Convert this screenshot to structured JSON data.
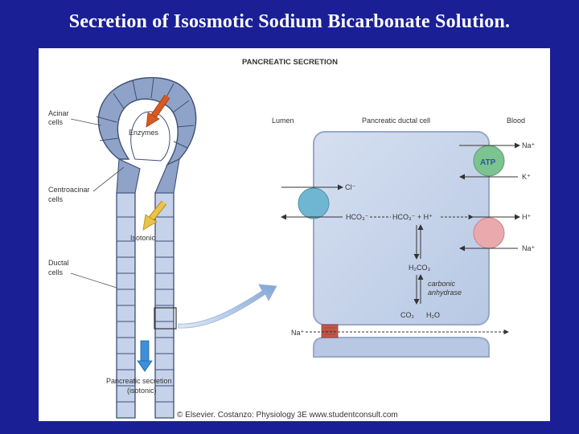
{
  "slide": {
    "title": "Secretion of Isosmotic Sodium Bicarbonate Solution.",
    "background_color": "#1a1f96"
  },
  "figure": {
    "heading": "PANCREATIC SECRETION",
    "left": {
      "acinar_label_1": "Acinar",
      "acinar_label_2": "cells",
      "enzymes_label": "Enzymes",
      "centroacinar_label_1": "Centroacinar",
      "centroacinar_label_2": "cells",
      "isotonic_label": "Isotonic",
      "ductal_label_1": "Ductal",
      "ductal_label_2": "cells",
      "secretion_label_1": "Pancreatic secretion",
      "secretion_label_2": "(isotonic)"
    },
    "right": {
      "lumen_label": "Lumen",
      "cell_label": "Pancreatic ductal cell",
      "blood_label": "Blood",
      "atp_label": "ATP",
      "na_pump": "Na⁺",
      "k_pump": "K⁺",
      "cl_label": "Cl⁻",
      "hco3_out": "HCO₃⁻",
      "reaction_line": "HCO₃⁻ + H⁺",
      "h_exchange": "H⁺",
      "na_exchange": "Na⁺",
      "h2co3": "H₂CO₃",
      "enzyme_1": "carbonic",
      "enzyme_2": "anhydrase",
      "co2": "CO₂",
      "h2o": "H₂O",
      "na_paracellular": "Na⁺"
    },
    "copyright": "© Elsevier. Costanzo: Physiology 3E www.studentconsult.com"
  },
  "colors": {
    "duct_fill": "#8fa3c8",
    "duct_stroke": "#3e4f78",
    "cell_fill": "#c5d2ea",
    "atp_green": "#7dc291",
    "cl_blue": "#6fb6d2",
    "exchanger_pink": "#e9a9ad",
    "junction_brown": "#c0584a",
    "arrow_orange": "#d65a22",
    "arrow_yellow": "#e9c34a",
    "arrow_blue": "#3c8fd8"
  }
}
